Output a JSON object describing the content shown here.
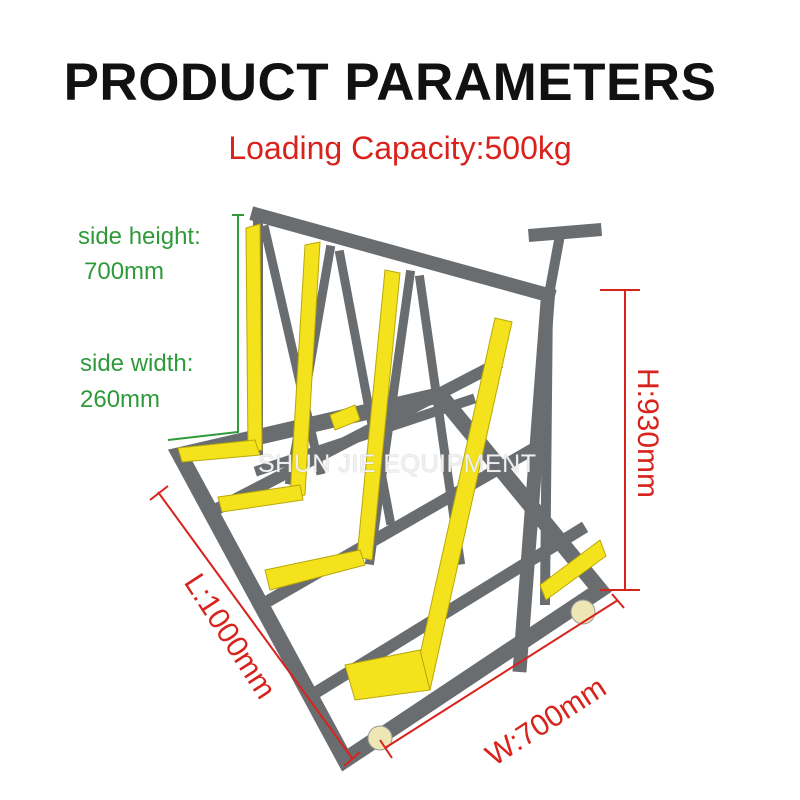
{
  "title": "PRODUCT PARAMETERS",
  "subtitle": "Loading Capacity:500kg",
  "side_height": {
    "label": "side height:",
    "value": "700mm"
  },
  "side_width": {
    "label": "side width:",
    "value": "260mm"
  },
  "dimensions": {
    "height": "H:930mm",
    "length": "L:1000mm",
    "width": "W:700mm"
  },
  "watermark": "SHUN JIE EQUIPMENT",
  "colors": {
    "frame": "#6a6d70",
    "pad": "#f3e21c",
    "dimension": "#d8231d",
    "annotation": "#2f9a3a"
  }
}
